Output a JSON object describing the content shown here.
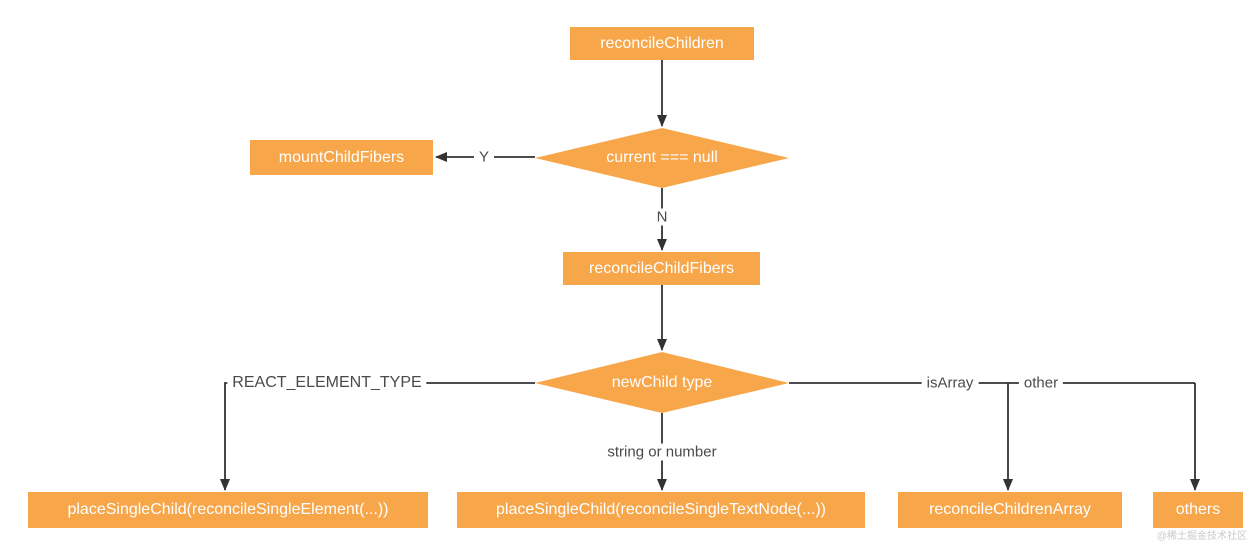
{
  "diagram": {
    "type": "flowchart",
    "colors": {
      "node_fill": "#F7A64A",
      "node_text": "#FFFFFF",
      "line": "#333333",
      "label_text": "#4A4A4A",
      "watermark": "#C9C9C9"
    },
    "nodes": {
      "reconcile_children": "reconcileChildren",
      "current_null_check": "current === null",
      "mount_child_fibers": "mountChildFibers",
      "reconcile_child_fibers": "reconcileChildFibers",
      "new_child_type_check": "newChild type",
      "place_single_element": "placeSingleChild(reconcileSingleElement(...))",
      "place_single_text_node": "placeSingleChild(reconcileSingleTextNode(...))",
      "reconcile_children_array": "reconcileChildrenArray",
      "others": "others"
    },
    "edge_labels": {
      "yes": "Y",
      "no": "N",
      "react_element_type": "REACT_ELEMENT_TYPE",
      "string_or_number": "string or number",
      "is_array": "isArray",
      "other": "other"
    },
    "watermark": "@稀土掘金技术社区"
  }
}
